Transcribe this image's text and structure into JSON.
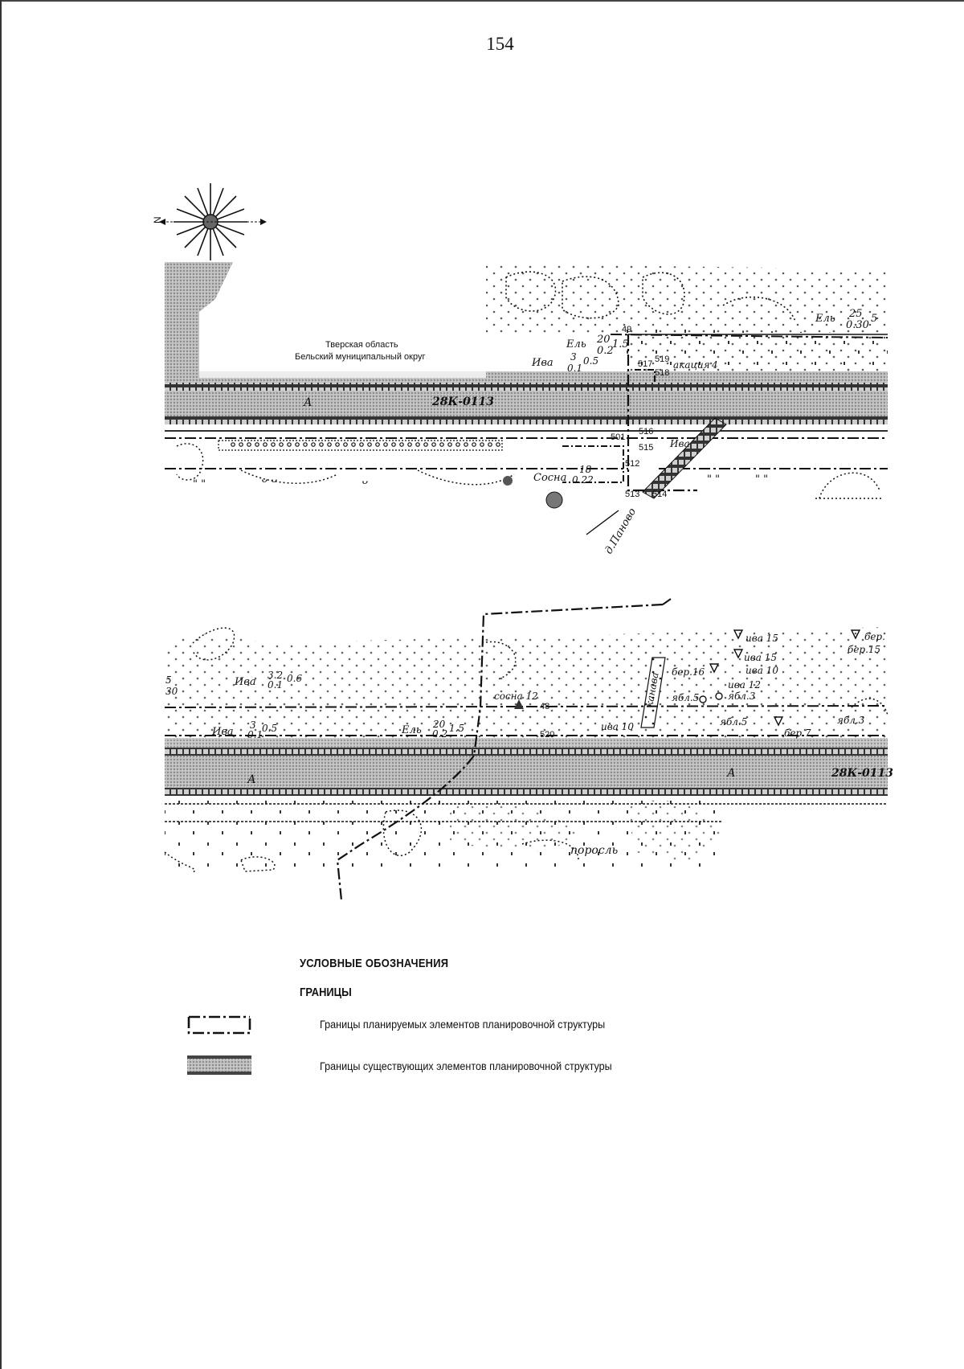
{
  "page_number": "154",
  "map1": {
    "region_line1": "Тверская область",
    "region_line2": "Бельский муниципальный округ",
    "road_code": "28К-0113",
    "road_letter": "А",
    "village": "д.Паново",
    "tree_el1": "Ель",
    "tree_el1_val": "20",
    "tree_el1_sub": "0.2",
    "tree_el1_h": "1.5",
    "tree_el2": "Ель",
    "tree_el2_val": "25",
    "tree_el2_sub": "0.30",
    "tree_el2_h": "5",
    "tree_iva1": "Ива",
    "tree_iva1_val": "3",
    "tree_iva1_sub": "0.1",
    "tree_iva1_h": "0.5",
    "tree_iva2": "Ива",
    "tree_sosna": "Сосна",
    "tree_sosna_val": "18",
    "tree_sosna_sub": "0.22",
    "akacia": "акация",
    "akacia_val": "4",
    "pts": [
      "49",
      "517",
      "519",
      "518",
      "501",
      "516",
      "515",
      "512",
      "513",
      "514"
    ]
  },
  "map2": {
    "road_code": "28К-0113",
    "road_letter": "А",
    "road_letter2": "А",
    "porosl": "поросль",
    "kanava": "канава",
    "iva_a": "Ива",
    "iva_a_val": "3.2",
    "iva_a_sub": "0.1",
    "iva_a_h": "0.6",
    "iva_b": "Ива",
    "iva_b_val": "3",
    "iva_b_sub": "0.1",
    "iva_b_h": "0.5",
    "el": "Ель",
    "el_val": "20",
    "el_sub": "0.2",
    "el_h": "1.5",
    "sosna": "сосна 12",
    "pt48": "48",
    "pt520": "520",
    "iva10a": "ива 10",
    "iva15a": "ива 15",
    "iva15b": "ива 15",
    "iva10b": "ива 10",
    "iva12": "ива 12",
    "ber16": "бер.16",
    "ber15": "бер.15",
    "ber": "бер.",
    "ber7": "бер.7",
    "yabl5a": "ябл.5",
    "yabl5b": "ябл.5",
    "yabl3a": "ябл.3",
    "yabl3b": "ябл.3",
    "left_val": "5",
    "left_sub": "30"
  },
  "legend": {
    "title": "УСЛОВНЫЕ ОБОЗНАЧЕНИЯ",
    "section": "ГРАНИЦЫ",
    "items": [
      {
        "label": "Границы планируемых элементов планировочной структуры",
        "symbol": "dash-dot-boundary"
      },
      {
        "label": "Границы существующих элементов планировочной структуры",
        "symbol": "hatched-grey-band"
      }
    ]
  },
  "colors": {
    "ink": "#111111",
    "road_fill": "#9a9a9a",
    "hatch": "#c8c8c8"
  }
}
